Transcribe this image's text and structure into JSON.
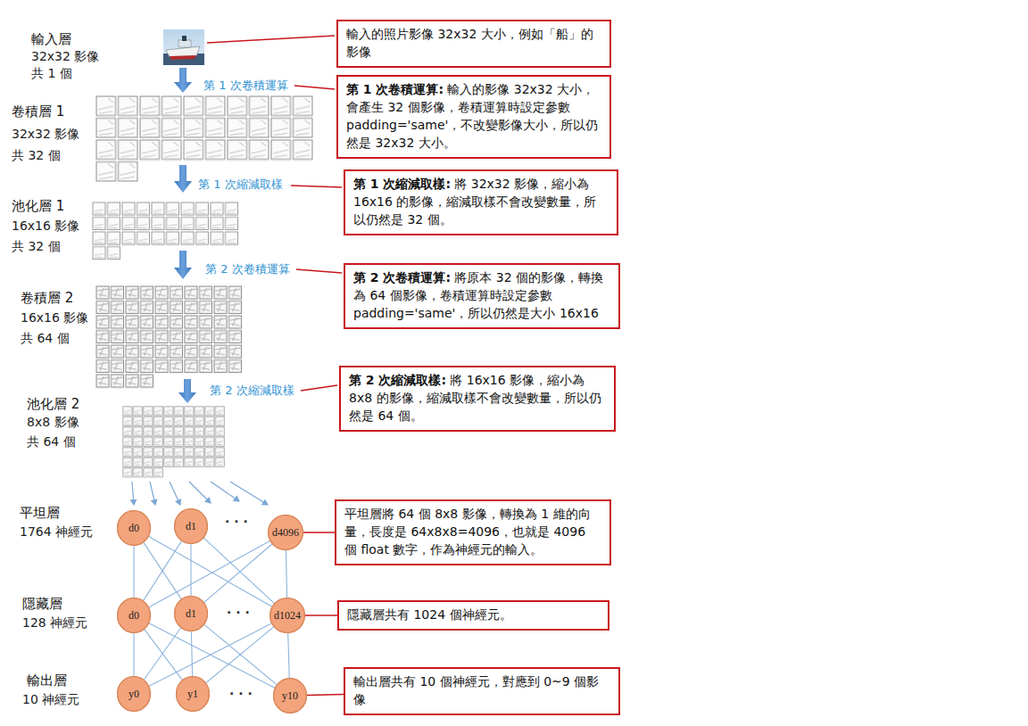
{
  "diagram": {
    "nodes": [
      {
        "text": [
          "輸入的照片影像 32x32 大小，例如「船」的影像"
        ]
      },
      {
        "text": [
          "第 1 次卷積運算:",
          "輸入的影像 32x32 大小，會產生 32 個影像，卷積運算時設定參數 padding='same'，不改變影像大小，所以仍然是 32x32 大小。"
        ]
      },
      {
        "text": [
          "第 1 次縮減取樣:",
          "將 32x32 影像，縮小為 16x16 的影像，縮減取樣不會改變數量，所以仍然是 32 個。"
        ]
      },
      {
        "text": [
          "第 2 次卷積運算:",
          "將原本 32 個的影像，轉換為 64 個影像，卷積運算時設定參數 padding='same'，所以仍然是大小 16x16"
        ]
      },
      {
        "text": [
          "第 2 次縮減取樣:",
          "將 16x16 影像，縮小為 8x8 的影像，縮減取樣不會改變數量，所以仍然是 64 個。"
        ]
      },
      {
        "text": [
          "d0"
        ]
      },
      {
        "text": [
          "d1"
        ]
      },
      {
        "text": [
          "d4096"
        ]
      },
      {
        "text": [
          "平坦層將 64 個 8x8 影像，轉換為 1 維的向量，長度是 64x8x8=4096，也就是 4096 個 float 數字，作為神經元的輸入。"
        ]
      },
      {
        "text": [
          "d0"
        ]
      },
      {
        "text": [
          "d1"
        ]
      },
      {
        "text": [
          "d1024"
        ]
      },
      {
        "text": [
          "隱藏層共有 1024 個神經元。"
        ]
      },
      {
        "text": [
          "y0"
        ]
      },
      {
        "text": [
          "y1"
        ]
      },
      {
        "text": [
          "y10"
        ]
      },
      {
        "text": [
          "輸出層共有 10 個神經元，對應到 0~9 個影像"
        ]
      }
    ],
    "edges": [
      {
        "from": 5,
        "to": 9,
        "arrow": "none"
      },
      {
        "from": 5,
        "to": 10,
        "arrow": "none"
      },
      {
        "from": 5,
        "to": 11,
        "arrow": "none"
      },
      {
        "from": 6,
        "to": 9,
        "arrow": "none"
      },
      {
        "from": 6,
        "to": 10,
        "arrow": "none"
      },
      {
        "from": 6,
        "to": 11,
        "arrow": "none"
      },
      {
        "from": 7,
        "to": 9,
        "arrow": "none"
      },
      {
        "from": 7,
        "to": 10,
        "arrow": "none"
      },
      {
        "from": 7,
        "to": 11,
        "arrow": "none"
      },
      {
        "from": 9,
        "to": 13,
        "arrow": "none"
      },
      {
        "from": 9,
        "to": 14,
        "arrow": "none"
      },
      {
        "from": 9,
        "to": 15,
        "arrow": "none"
      },
      {
        "from": 10,
        "to": 13,
        "arrow": "none"
      },
      {
        "from": 10,
        "to": 14,
        "arrow": "none"
      },
      {
        "from": 10,
        "to": 15,
        "arrow": "none"
      },
      {
        "from": 11,
        "to": 13,
        "arrow": "none"
      },
      {
        "from": 11,
        "to": 14,
        "arrow": "none"
      },
      {
        "from": 11,
        "to": 15,
        "arrow": "none"
      },
      {
        "from": 7,
        "to": 8,
        "arrow": "none"
      },
      {
        "from": 11,
        "to": 12,
        "arrow": "none"
      },
      {
        "from": 15,
        "to": 16,
        "arrow": "none"
      }
    ],
    "labels": [
      "輸入層",
      "32x32 影像",
      "共 1 個",
      "第 1 次卷積運算",
      "卷積層 1",
      "32x32 影像",
      "共 32 個",
      "第 1 次縮減取樣",
      "池化層 1",
      "16x16 影像",
      "共 32 個",
      "第 2 次卷積運算",
      "卷積層 2",
      "16x16 影像",
      "共 64 個",
      "第 2 次縮減取樣",
      "池化層 2",
      "8x8 影像",
      "共 64 個",
      "平坦層",
      "1764 神經元",
      "· · ·",
      "隱藏層",
      "128 神經元",
      "· · ·",
      "輸出層",
      "10 神經元",
      "· · ·"
    ]
  }
}
